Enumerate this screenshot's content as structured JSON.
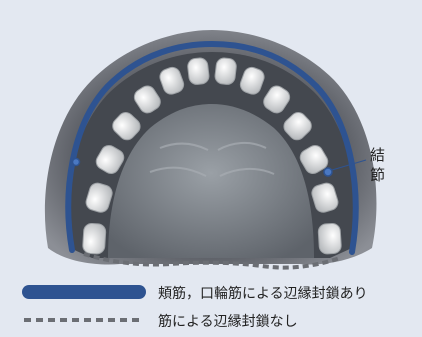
{
  "image_title": "",
  "annotation": {
    "nodule_label_line1": "結",
    "nodule_label_line2": "節"
  },
  "legend": {
    "solid_line_text": "頬筋，口輪筋による辺縁封鎖あり",
    "dashed_line_text": "筋による辺縁封鎖なし"
  },
  "colors": {
    "background": "#e3e8f1",
    "mucosa": "#5e6168",
    "seal_line": "#2e5391",
    "dashed_line": "#6b6e74",
    "teeth": "#e6e6e4",
    "palate": "#747980"
  },
  "icons": {
    "solid_legend": "thick-blue-line",
    "dashed_legend": "gray-dashed-line",
    "nodule": "blue-dot"
  }
}
